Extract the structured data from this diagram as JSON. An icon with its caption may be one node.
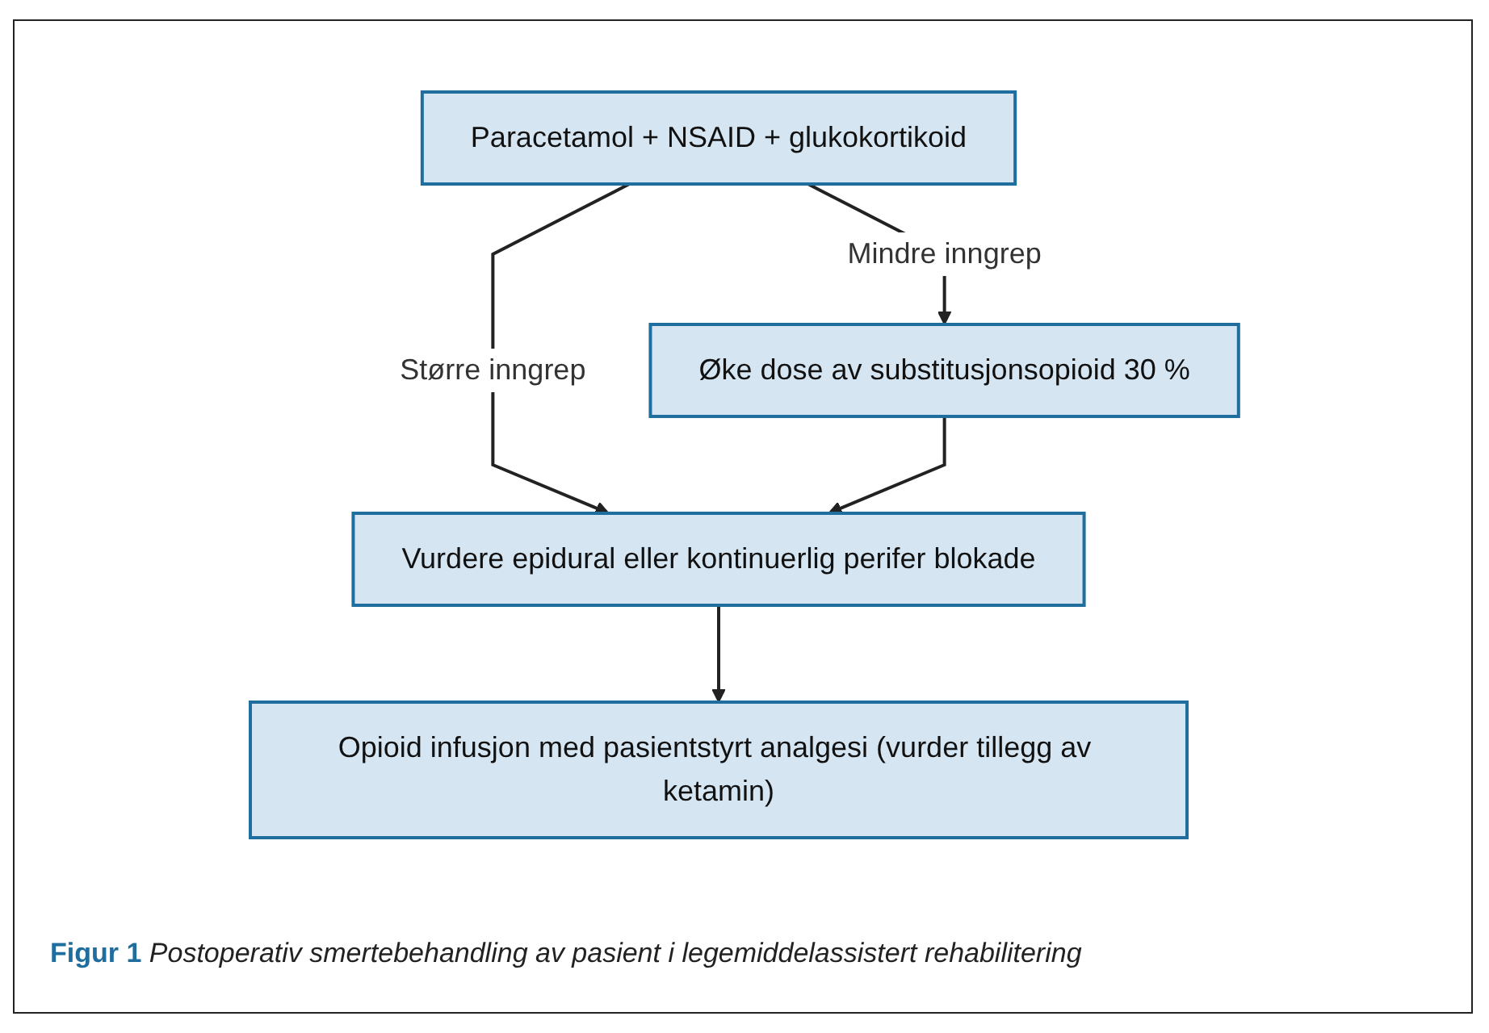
{
  "diagram": {
    "caption": "**Figur 1** *Postoperativ smertebehandling av pasient i legemiddelassistert rehabilitering*",
    "nodes": [
      {
        "text": [
          "Paracetamol + NSAID + glukokortikoid"
        ]
      },
      {
        "text": [
          "Øke dose av substitusjonsopioid 30 %"
        ]
      },
      {
        "text": [
          "Vurdere epidural eller kontinuerlig perifer blokade"
        ]
      },
      {
        "text": [
          "Opioid infusjon med pasientstyrt analgesi (vurder tillegg av ketamin)"
        ]
      }
    ],
    "edges": [
      {
        "from": 0,
        "to": 1,
        "arrow": "to",
        "label": "Mindre inngrep"
      },
      {
        "from": 0,
        "to": 2,
        "arrow": "to",
        "label": "Større inngrep"
      },
      {
        "from": 1,
        "to": 2,
        "arrow": "to"
      },
      {
        "from": 2,
        "to": 3,
        "arrow": "to"
      }
    ]
  }
}
